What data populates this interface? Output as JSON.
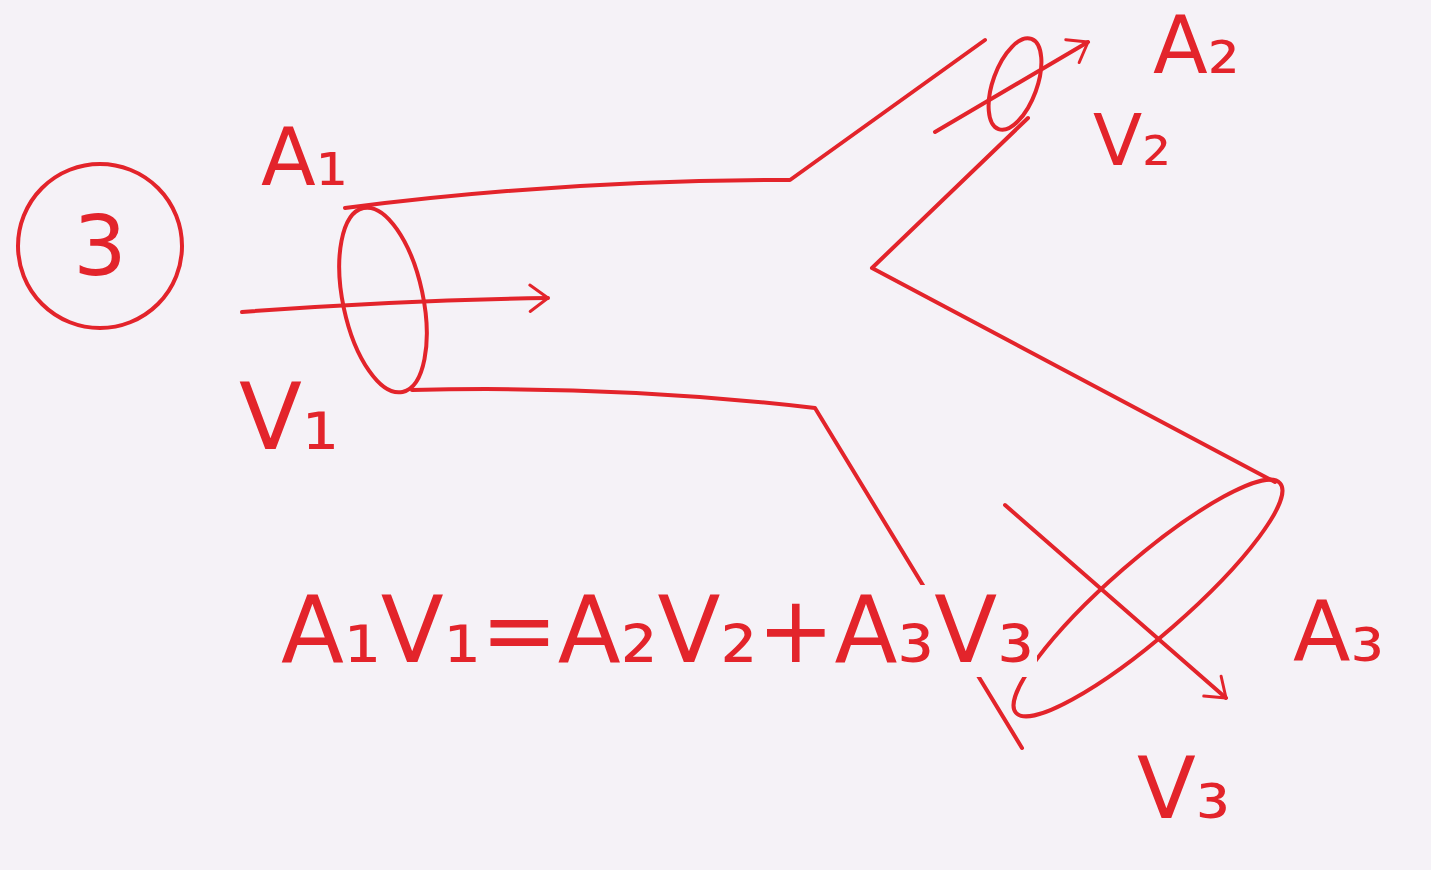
{
  "diagram": {
    "nodes": [
      {
        "text": [
          "3"
        ]
      }
    ],
    "labels": [
      "A₁",
      "V₁",
      "A₂",
      "V₂",
      "A₃",
      "V₃",
      "A₁V₁=A₂V₂+A₃V₃"
    ]
  }
}
